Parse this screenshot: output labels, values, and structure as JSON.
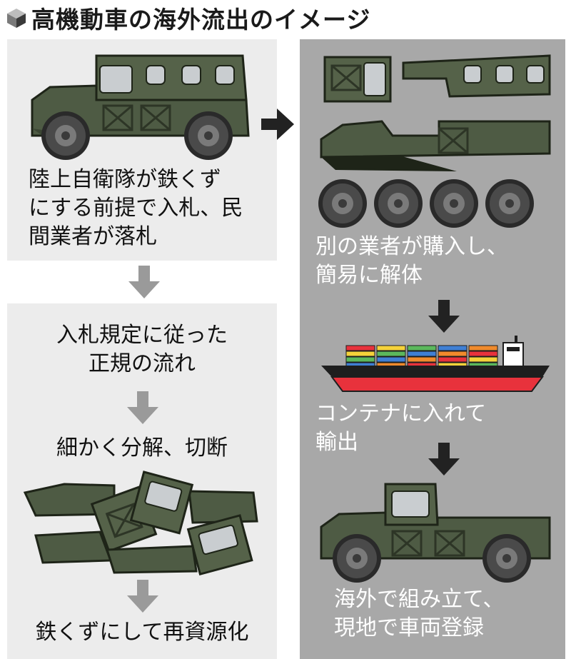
{
  "title": "高機動車の海外流出のイメージ",
  "left": {
    "step1": [
      "陸上自衛隊が鉄くず",
      "にする前提で入札、民",
      "間業者が落札"
    ],
    "step2": [
      "入札規定に従った",
      "正規の流れ"
    ],
    "step3": "細かく分解、切断",
    "step4": "鉄くずにして再資源化"
  },
  "right": {
    "step1": [
      "別の業者が購入し、",
      "簡易に解体"
    ],
    "step2": [
      "コンテナに入れて",
      "輸出"
    ],
    "step3": [
      "海外で組み立て、",
      "現地で車両登録"
    ]
  },
  "colors": {
    "vehicle": "#4e5b44",
    "vehicle_dark": "#3b4633",
    "arrow_gray": "#9a9a9a",
    "arrow_black": "#222222",
    "ship_hull": "#e8323c",
    "container_colors": [
      "#e8323c",
      "#f5d23a",
      "#5bb85c",
      "#3f7fd4",
      "#f08a2c"
    ]
  }
}
